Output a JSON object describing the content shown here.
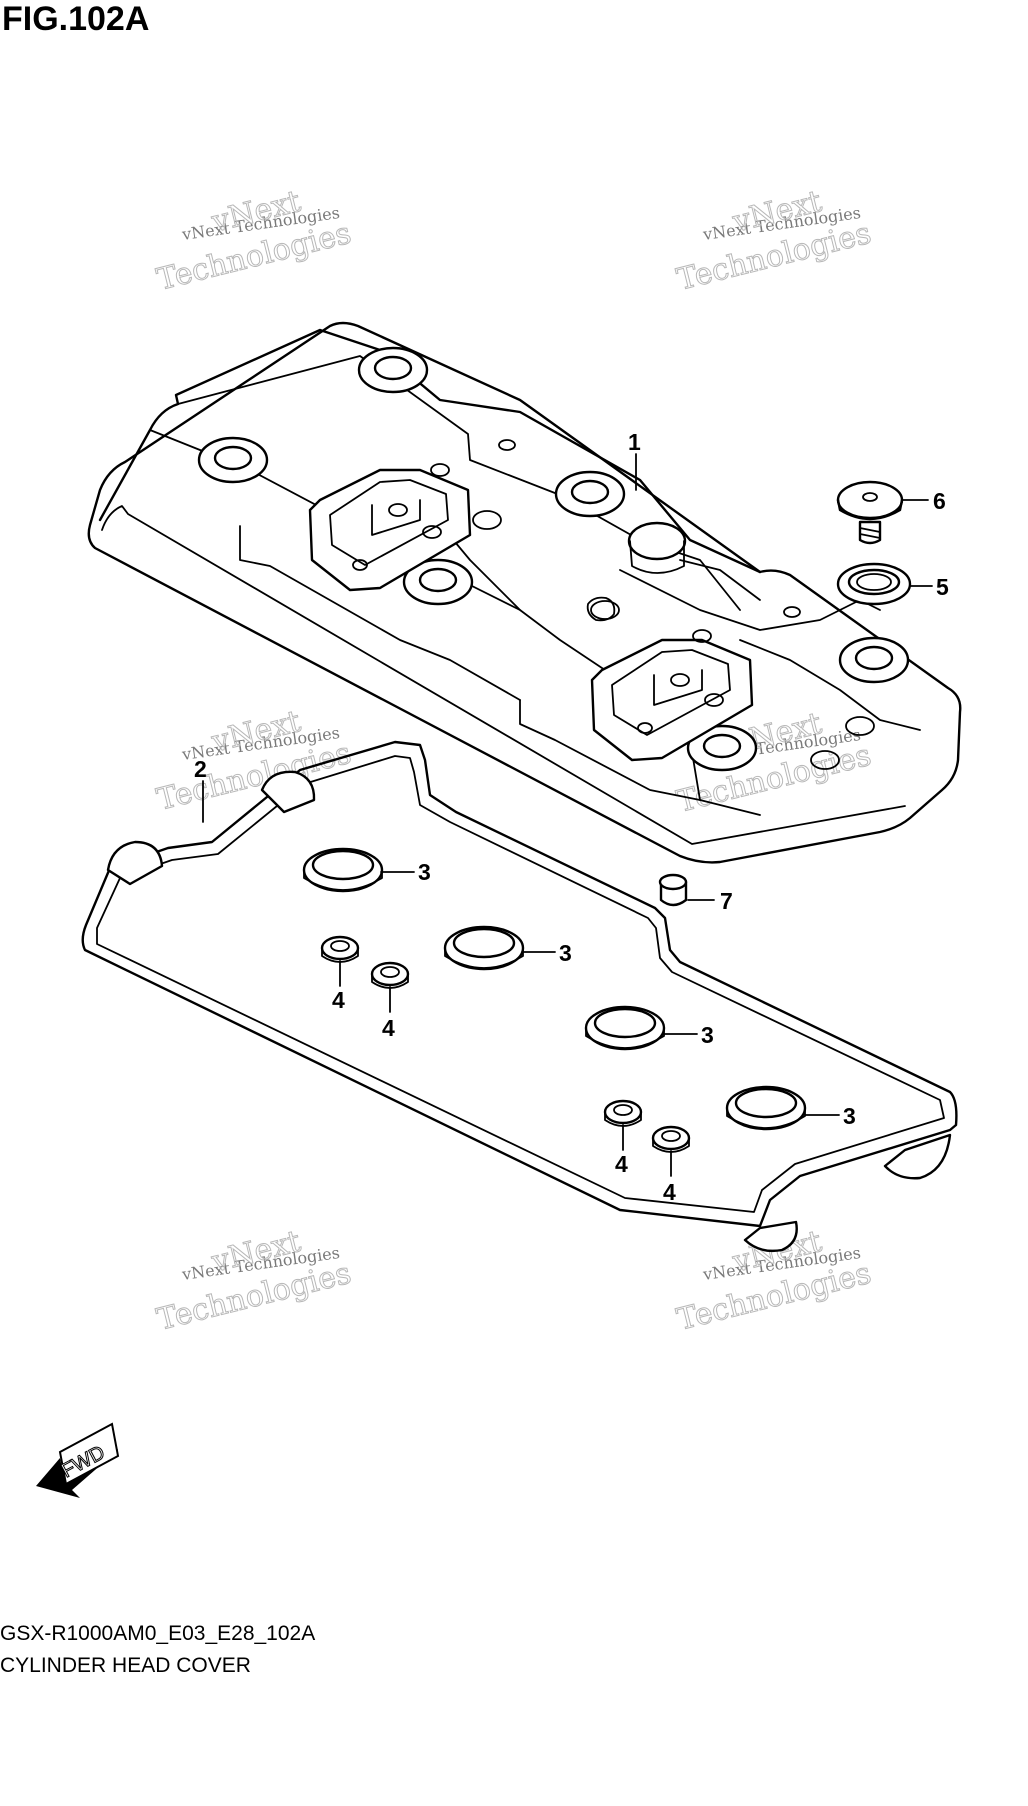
{
  "figure": {
    "title": "FIG.102A",
    "code": "GSX-R1000AM0_E03_E28_102A",
    "name": "CYLINDER HEAD COVER"
  },
  "watermark": {
    "line_a": "vNext Technologies",
    "line_b_top": "vNext",
    "line_b_bottom": "Technologies"
  },
  "fwd_label": "FWD",
  "callouts": {
    "c1": "1",
    "c2": "2",
    "c3a": "3",
    "c3b": "3",
    "c3c": "3",
    "c3d": "3",
    "c4a": "4",
    "c4b": "4",
    "c4c": "4",
    "c4d": "4",
    "c5": "5",
    "c6": "6",
    "c7": "7"
  }
}
